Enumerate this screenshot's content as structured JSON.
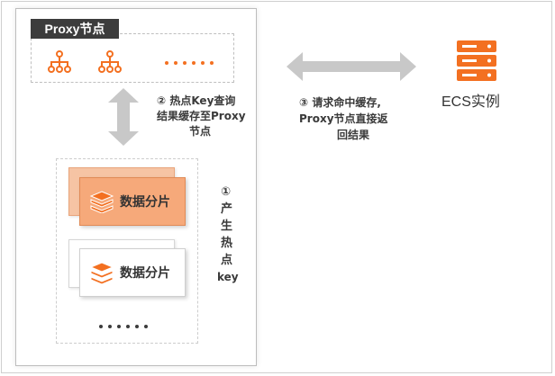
{
  "colors": {
    "accent": "#f37021",
    "hot_fill": "#f6a97a",
    "arrow": "#c8c8c8",
    "dark": "#3c3c3c"
  },
  "proxy": {
    "title": "Proxy节点"
  },
  "step2": {
    "line1": "② 热点Key查询",
    "line2": "结果缓存至Proxy",
    "line3": "节点"
  },
  "step3": {
    "line1": "③ 请求命中缓存,",
    "line2": "Proxy节点直接返",
    "line3": "回结果"
  },
  "step1": {
    "chars": [
      "①",
      "产",
      "生",
      "热",
      "点",
      "key"
    ]
  },
  "shards": [
    {
      "label": "数据分片",
      "state": "hot"
    },
    {
      "label": "数据分片",
      "state": "normal"
    }
  ],
  "ecs": {
    "label": "ECS实例",
    "icon": "server-icon"
  },
  "icons": {
    "proxy_node": "network-tree-icon",
    "shard": "database-stack-icon"
  }
}
